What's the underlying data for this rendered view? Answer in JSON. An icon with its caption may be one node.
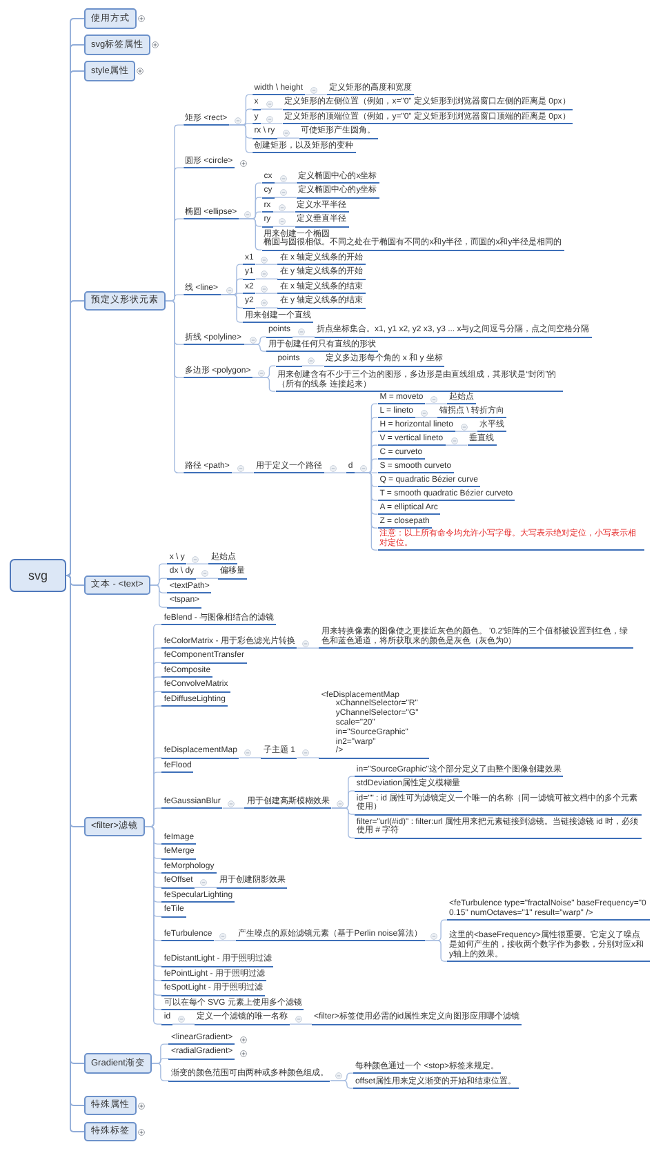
{
  "diagram": {
    "nodes": [
      {
        "text": [
          "svg"
        ]
      },
      {
        "text": [
          "使用方式"
        ]
      },
      {
        "text": [
          "svg标签属性"
        ]
      },
      {
        "text": [
          "style属性"
        ]
      },
      {
        "text": [
          "预定义形状元素"
        ]
      },
      {
        "text": [
          "矩形 <rect>"
        ]
      },
      {
        "text": [
          "width \\ height"
        ]
      },
      {
        "text": [
          "定义矩形的高度和宽度"
        ]
      },
      {
        "text": [
          "x"
        ]
      },
      {
        "text": [
          "定义矩形的左侧位置（例如，x=\"0\" 定义矩形到浏览器窗口左侧的距离是 0px）"
        ]
      },
      {
        "text": [
          "y"
        ]
      },
      {
        "text": [
          "定义矩形的顶端位置（例如，y=\"0\" 定义矩形到浏览器窗口顶端的距离是 0px）"
        ]
      },
      {
        "text": [
          "rx \\ ry"
        ]
      },
      {
        "text": [
          "可使矩形产生圆角。"
        ]
      },
      {
        "text": [
          "创建矩形，以及矩形的变种"
        ]
      },
      {
        "text": [
          "圆形 <circle>"
        ]
      },
      {
        "text": [
          "椭圆 <ellipse>"
        ]
      },
      {
        "text": [
          "cx"
        ]
      },
      {
        "text": [
          "定义椭圆中心的x坐标"
        ]
      },
      {
        "text": [
          "cy"
        ]
      },
      {
        "text": [
          "定义椭圆中心的y坐标"
        ]
      },
      {
        "text": [
          "rx"
        ]
      },
      {
        "text": [
          "定义水平半径"
        ]
      },
      {
        "text": [
          "ry"
        ]
      },
      {
        "text": [
          "定义垂直半径"
        ]
      },
      {
        "text": [
          "用来创建一个椭圆",
          "椭圆与圆很相似。不同之处在于椭圆有不同的x和y半径，而圆的x和y半径是相同的"
        ]
      },
      {
        "text": [
          "线 <line>"
        ]
      },
      {
        "text": [
          "x1"
        ]
      },
      {
        "text": [
          "在 x 轴定义线条的开始"
        ]
      },
      {
        "text": [
          "y1"
        ]
      },
      {
        "text": [
          "在 y 轴定义线条的开始"
        ]
      },
      {
        "text": [
          "x2"
        ]
      },
      {
        "text": [
          "在 x 轴定义线条的结束"
        ]
      },
      {
        "text": [
          "y2"
        ]
      },
      {
        "text": [
          "在 y 轴定义线条的结束"
        ]
      },
      {
        "text": [
          "用来创建一个直线"
        ]
      },
      {
        "text": [
          "折线 <polyline>"
        ]
      },
      {
        "text": [
          "points"
        ]
      },
      {
        "text": [
          "折点坐标集合。x1, y1 x2, y2 x3, y3 ... x与y之间逗号分隔，点之间空格分隔"
        ]
      },
      {
        "text": [
          "用于创建任何只有直线的形状"
        ]
      },
      {
        "text": [
          "多边形 <polygon>"
        ]
      },
      {
        "text": [
          "points"
        ]
      },
      {
        "text": [
          "定义多边形每个角的 x 和 y 坐标"
        ]
      },
      {
        "text": [
          "用来创建含有不少于三个边的图形，多边形是由直线组成，其形状是“封闭”的（所有的线条 连接起来）"
        ]
      },
      {
        "text": [
          "路径 <path>"
        ]
      },
      {
        "text": [
          "用于定义一个路径"
        ]
      },
      {
        "text": [
          "d"
        ]
      },
      {
        "text": [
          "M = moveto"
        ]
      },
      {
        "text": [
          "起始点"
        ]
      },
      {
        "text": [
          "L = lineto"
        ]
      },
      {
        "text": [
          "锚拐点 \\ 转折方向"
        ]
      },
      {
        "text": [
          "H = horizontal lineto"
        ]
      },
      {
        "text": [
          "水平线"
        ]
      },
      {
        "text": [
          "V = vertical lineto"
        ]
      },
      {
        "text": [
          "垂直线"
        ]
      },
      {
        "text": [
          "C = curveto"
        ]
      },
      {
        "text": [
          "S = smooth curveto"
        ]
      },
      {
        "text": [
          "Q = quadratic Bézier curve"
        ]
      },
      {
        "text": [
          "T = smooth quadratic Bézier curveto"
        ]
      },
      {
        "text": [
          "A = elliptical Arc"
        ]
      },
      {
        "text": [
          "Z = closepath"
        ]
      },
      {
        "text": [
          "注意：以上所有命令均允许小写字母。大写表示绝对定位，小写表示相对定位。"
        ]
      },
      {
        "text": [
          "文本 - <text>"
        ]
      },
      {
        "text": [
          "x \\ y"
        ]
      },
      {
        "text": [
          "起始点"
        ]
      },
      {
        "text": [
          "dx \\ dy"
        ]
      },
      {
        "text": [
          "偏移量"
        ]
      },
      {
        "text": [
          "<textPath>"
        ]
      },
      {
        "text": [
          "<tspan>"
        ]
      },
      {
        "text": [
          "<filter>滤镜"
        ]
      },
      {
        "text": [
          "feBlend - 与图像相结合的滤镜"
        ]
      },
      {
        "text": [
          "feColorMatrix - 用于彩色滤光片转换"
        ]
      },
      {
        "text": [
          "用来转换像素的图像使之更接近灰色的颜色。 '0.2'矩阵的三个值都被设置到红色，绿色和蓝色通道，将所获取来的颜色是灰色（灰色为0）"
        ]
      },
      {
        "text": [
          "feComponentTransfer"
        ]
      },
      {
        "text": [
          "feComposite"
        ]
      },
      {
        "text": [
          "feConvolveMatrix"
        ]
      },
      {
        "text": [
          "feDiffuseLighting"
        ]
      },
      {
        "text": [
          "feDisplacementMap"
        ]
      },
      {
        "text": [
          "子主题 1"
        ]
      },
      {
        "text": [
          "<feDisplacementMap xChannelSelector=\"R\" yChannelSelector=\"G\" scale=\"20\" in=\"SourceGraphic\" in2=\"warp\" />"
        ]
      },
      {
        "text": [
          "feFlood"
        ]
      },
      {
        "text": [
          "feGaussianBlur"
        ]
      },
      {
        "text": [
          "用于创建高斯模糊效果"
        ]
      },
      {
        "text": [
          "in=\"SourceGraphic\"这个部分定义了由整个图像创建效果"
        ]
      },
      {
        "text": [
          "stdDeviation属性定义模糊量"
        ]
      },
      {
        "text": [
          "id=\"\" : id 属性可为滤镜定义一个唯一的名称（同一滤镜可被文档中的多个元素使用）"
        ]
      },
      {
        "text": [
          "filter=\"url(#id)\" : filter:url 属性用来把元素链接到滤镜。当链接滤镜 id 时，必须使用 # 字符"
        ]
      },
      {
        "text": [
          "feImage"
        ]
      },
      {
        "text": [
          "feMerge"
        ]
      },
      {
        "text": [
          "feMorphology"
        ]
      },
      {
        "text": [
          "feOffset"
        ]
      },
      {
        "text": [
          "用于创建阴影效果"
        ]
      },
      {
        "text": [
          "feSpecularLighting"
        ]
      },
      {
        "text": [
          "feTile"
        ]
      },
      {
        "text": [
          "feTurbulence"
        ]
      },
      {
        "text": [
          "产生噪点的原始滤镜元素（基于Perlin noise算法）"
        ]
      },
      {
        "text": [
          "<feTurbulence type=\"fractalNoise\" baseFrequency=\"0 0.15\" numOctaves=\"1\" result=\"warp\" />"
        ]
      },
      {
        "text": [
          "这里的<baseFrequency>属性很重要。它定义了噪点是如何产生的，接收两个数字作为参数，分别对应x和y轴上的效果。"
        ]
      },
      {
        "text": [
          "feDistantLight - 用于照明过滤"
        ]
      },
      {
        "text": [
          "fePointLight - 用于照明过滤"
        ]
      },
      {
        "text": [
          "feSpotLight - 用于照明过滤"
        ]
      },
      {
        "text": [
          "可以在每个 SVG 元素上使用多个滤镜"
        ]
      },
      {
        "text": [
          "id"
        ]
      },
      {
        "text": [
          "定义一个滤镜的唯一名称"
        ]
      },
      {
        "text": [
          "<filter>标签使用必需的id属性来定义向图形应用哪个滤镜"
        ]
      },
      {
        "text": [
          "Gradient渐变"
        ]
      },
      {
        "text": [
          "<linearGradient>"
        ]
      },
      {
        "text": [
          "<radialGradient>"
        ]
      },
      {
        "text": [
          "渐变的颜色范围可由两种或多种颜色组成。"
        ]
      },
      {
        "text": [
          "每种颜色通过一个 <stop>标签来规定。"
        ]
      },
      {
        "text": [
          "offset属性用来定义渐变的开始和结束位置。"
        ]
      },
      {
        "text": [
          "特殊属性"
        ]
      },
      {
        "text": [
          "特殊标签"
        ]
      }
    ],
    "edges": [
      {
        "from": 0,
        "to": 1,
        "arrow": "none"
      },
      {
        "from": 0,
        "to": 2,
        "arrow": "none"
      },
      {
        "from": 0,
        "to": 3,
        "arrow": "none"
      },
      {
        "from": 0,
        "to": 4,
        "arrow": "none"
      },
      {
        "from": 0,
        "to": 62,
        "arrow": "none"
      },
      {
        "from": 0,
        "to": 69,
        "arrow": "none"
      },
      {
        "from": 0,
        "to": 105,
        "arrow": "none"
      },
      {
        "from": 0,
        "to": 111,
        "arrow": "none"
      },
      {
        "from": 0,
        "to": 112,
        "arrow": "none"
      },
      {
        "from": 4,
        "to": 5,
        "arrow": "none"
      },
      {
        "from": 4,
        "to": 15,
        "arrow": "none"
      },
      {
        "from": 4,
        "to": 16,
        "arrow": "none"
      },
      {
        "from": 4,
        "to": 26,
        "arrow": "none"
      },
      {
        "from": 4,
        "to": 36,
        "arrow": "none"
      },
      {
        "from": 4,
        "to": 40,
        "arrow": "none"
      },
      {
        "from": 4,
        "to": 44,
        "arrow": "none"
      },
      {
        "from": 5,
        "to": 6,
        "arrow": "none"
      },
      {
        "from": 6,
        "to": 7,
        "arrow": "none"
      },
      {
        "from": 5,
        "to": 8,
        "arrow": "none"
      },
      {
        "from": 8,
        "to": 9,
        "arrow": "none"
      },
      {
        "from": 5,
        "to": 10,
        "arrow": "none"
      },
      {
        "from": 10,
        "to": 11,
        "arrow": "none"
      },
      {
        "from": 5,
        "to": 12,
        "arrow": "none"
      },
      {
        "from": 12,
        "to": 13,
        "arrow": "none"
      },
      {
        "from": 5,
        "to": 14,
        "arrow": "none"
      },
      {
        "from": 16,
        "to": 17,
        "arrow": "none"
      },
      {
        "from": 17,
        "to": 18,
        "arrow": "none"
      },
      {
        "from": 16,
        "to": 19,
        "arrow": "none"
      },
      {
        "from": 19,
        "to": 20,
        "arrow": "none"
      },
      {
        "from": 16,
        "to": 21,
        "arrow": "none"
      },
      {
        "from": 21,
        "to": 22,
        "arrow": "none"
      },
      {
        "from": 16,
        "to": 23,
        "arrow": "none"
      },
      {
        "from": 23,
        "to": 24,
        "arrow": "none"
      },
      {
        "from": 16,
        "to": 25,
        "arrow": "none"
      },
      {
        "from": 26,
        "to": 27,
        "arrow": "none"
      },
      {
        "from": 27,
        "to": 28,
        "arrow": "none"
      },
      {
        "from": 26,
        "to": 29,
        "arrow": "none"
      },
      {
        "from": 29,
        "to": 30,
        "arrow": "none"
      },
      {
        "from": 26,
        "to": 31,
        "arrow": "none"
      },
      {
        "from": 31,
        "to": 32,
        "arrow": "none"
      },
      {
        "from": 26,
        "to": 33,
        "arrow": "none"
      },
      {
        "from": 33,
        "to": 34,
        "arrow": "none"
      },
      {
        "from": 26,
        "to": 35,
        "arrow": "none"
      },
      {
        "from": 36,
        "to": 37,
        "arrow": "none"
      },
      {
        "from": 37,
        "to": 38,
        "arrow": "none"
      },
      {
        "from": 36,
        "to": 39,
        "arrow": "none"
      },
      {
        "from": 40,
        "to": 41,
        "arrow": "none"
      },
      {
        "from": 41,
        "to": 42,
        "arrow": "none"
      },
      {
        "from": 40,
        "to": 43,
        "arrow": "none"
      },
      {
        "from": 44,
        "to": 45,
        "arrow": "none"
      },
      {
        "from": 45,
        "to": 46,
        "arrow": "none"
      },
      {
        "from": 46,
        "to": 47,
        "arrow": "none"
      },
      {
        "from": 47,
        "to": 48,
        "arrow": "none"
      },
      {
        "from": 46,
        "to": 49,
        "arrow": "none"
      },
      {
        "from": 49,
        "to": 50,
        "arrow": "none"
      },
      {
        "from": 46,
        "to": 51,
        "arrow": "none"
      },
      {
        "from": 51,
        "to": 52,
        "arrow": "none"
      },
      {
        "from": 46,
        "to": 53,
        "arrow": "none"
      },
      {
        "from": 53,
        "to": 54,
        "arrow": "none"
      },
      {
        "from": 46,
        "to": 55,
        "arrow": "none"
      },
      {
        "from": 46,
        "to": 56,
        "arrow": "none"
      },
      {
        "from": 46,
        "to": 57,
        "arrow": "none"
      },
      {
        "from": 46,
        "to": 58,
        "arrow": "none"
      },
      {
        "from": 46,
        "to": 59,
        "arrow": "none"
      },
      {
        "from": 46,
        "to": 60,
        "arrow": "none"
      },
      {
        "from": 46,
        "to": 61,
        "arrow": "none"
      },
      {
        "from": 62,
        "to": 63,
        "arrow": "none"
      },
      {
        "from": 63,
        "to": 64,
        "arrow": "none"
      },
      {
        "from": 62,
        "to": 65,
        "arrow": "none"
      },
      {
        "from": 65,
        "to": 66,
        "arrow": "none"
      },
      {
        "from": 62,
        "to": 67,
        "arrow": "none"
      },
      {
        "from": 62,
        "to": 68,
        "arrow": "none"
      },
      {
        "from": 69,
        "to": 70,
        "arrow": "none"
      },
      {
        "from": 69,
        "to": 71,
        "arrow": "none"
      },
      {
        "from": 71,
        "to": 72,
        "arrow": "none"
      },
      {
        "from": 69,
        "to": 73,
        "arrow": "none"
      },
      {
        "from": 69,
        "to": 74,
        "arrow": "none"
      },
      {
        "from": 69,
        "to": 75,
        "arrow": "none"
      },
      {
        "from": 69,
        "to": 76,
        "arrow": "none"
      },
      {
        "from": 69,
        "to": 77,
        "arrow": "none"
      },
      {
        "from": 77,
        "to": 78,
        "arrow": "none"
      },
      {
        "from": 78,
        "to": 79,
        "arrow": "none"
      },
      {
        "from": 69,
        "to": 80,
        "arrow": "none"
      },
      {
        "from": 69,
        "to": 81,
        "arrow": "none"
      },
      {
        "from": 81,
        "to": 82,
        "arrow": "none"
      },
      {
        "from": 82,
        "to": 83,
        "arrow": "none"
      },
      {
        "from": 82,
        "to": 84,
        "arrow": "none"
      },
      {
        "from": 82,
        "to": 85,
        "arrow": "none"
      },
      {
        "from": 82,
        "to": 86,
        "arrow": "none"
      },
      {
        "from": 69,
        "to": 87,
        "arrow": "none"
      },
      {
        "from": 69,
        "to": 88,
        "arrow": "none"
      },
      {
        "from": 69,
        "to": 89,
        "arrow": "none"
      },
      {
        "from": 69,
        "to": 90,
        "arrow": "none"
      },
      {
        "from": 90,
        "to": 91,
        "arrow": "none"
      },
      {
        "from": 69,
        "to": 92,
        "arrow": "none"
      },
      {
        "from": 69,
        "to": 93,
        "arrow": "none"
      },
      {
        "from": 69,
        "to": 94,
        "arrow": "none"
      },
      {
        "from": 94,
        "to": 95,
        "arrow": "none"
      },
      {
        "from": 95,
        "to": 96,
        "arrow": "none"
      },
      {
        "from": 95,
        "to": 97,
        "arrow": "none"
      },
      {
        "from": 69,
        "to": 98,
        "arrow": "none"
      },
      {
        "from": 69,
        "to": 99,
        "arrow": "none"
      },
      {
        "from": 69,
        "to": 100,
        "arrow": "none"
      },
      {
        "from": 69,
        "to": 101,
        "arrow": "none"
      },
      {
        "from": 69,
        "to": 102,
        "arrow": "none"
      },
      {
        "from": 102,
        "to": 103,
        "arrow": "none"
      },
      {
        "from": 103,
        "to": 104,
        "arrow": "none"
      },
      {
        "from": 105,
        "to": 106,
        "arrow": "none"
      },
      {
        "from": 105,
        "to": 107,
        "arrow": "none"
      },
      {
        "from": 105,
        "to": 108,
        "arrow": "none"
      },
      {
        "from": 108,
        "to": 109,
        "arrow": "none"
      },
      {
        "from": 108,
        "to": 110,
        "arrow": "none"
      }
    ]
  }
}
